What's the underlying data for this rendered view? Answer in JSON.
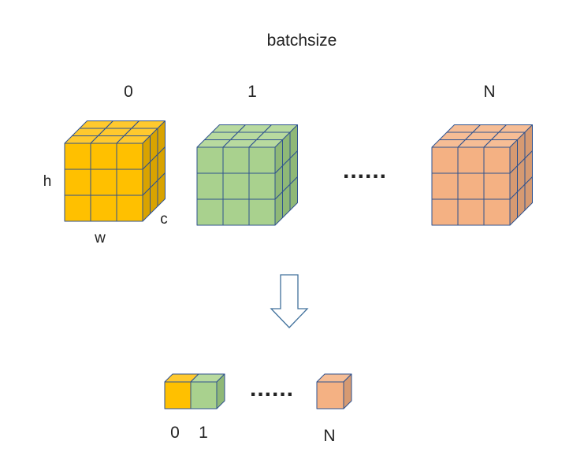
{
  "title": "batchsize",
  "cubes": [
    {
      "index": "0",
      "fill": "#FFC000",
      "side": "#D9A300",
      "top": "#FFC92E"
    },
    {
      "index": "1",
      "fill": "#A9D18E",
      "side": "#8FB877",
      "top": "#B8DA9F"
    },
    {
      "index": "N",
      "fill": "#F4B183",
      "side": "#D69A72",
      "top": "#F6BD95"
    }
  ],
  "ellipsis": "......",
  "dims": {
    "h": "h",
    "w": "w",
    "c": "c"
  },
  "arrow": {
    "outline": "#41719C",
    "fill": "#FFFFFF"
  },
  "result": {
    "labels": [
      "0",
      "1",
      "N"
    ],
    "ellipsis": "......"
  },
  "colors": {
    "edge": "#2F528F",
    "text": "#222222"
  }
}
